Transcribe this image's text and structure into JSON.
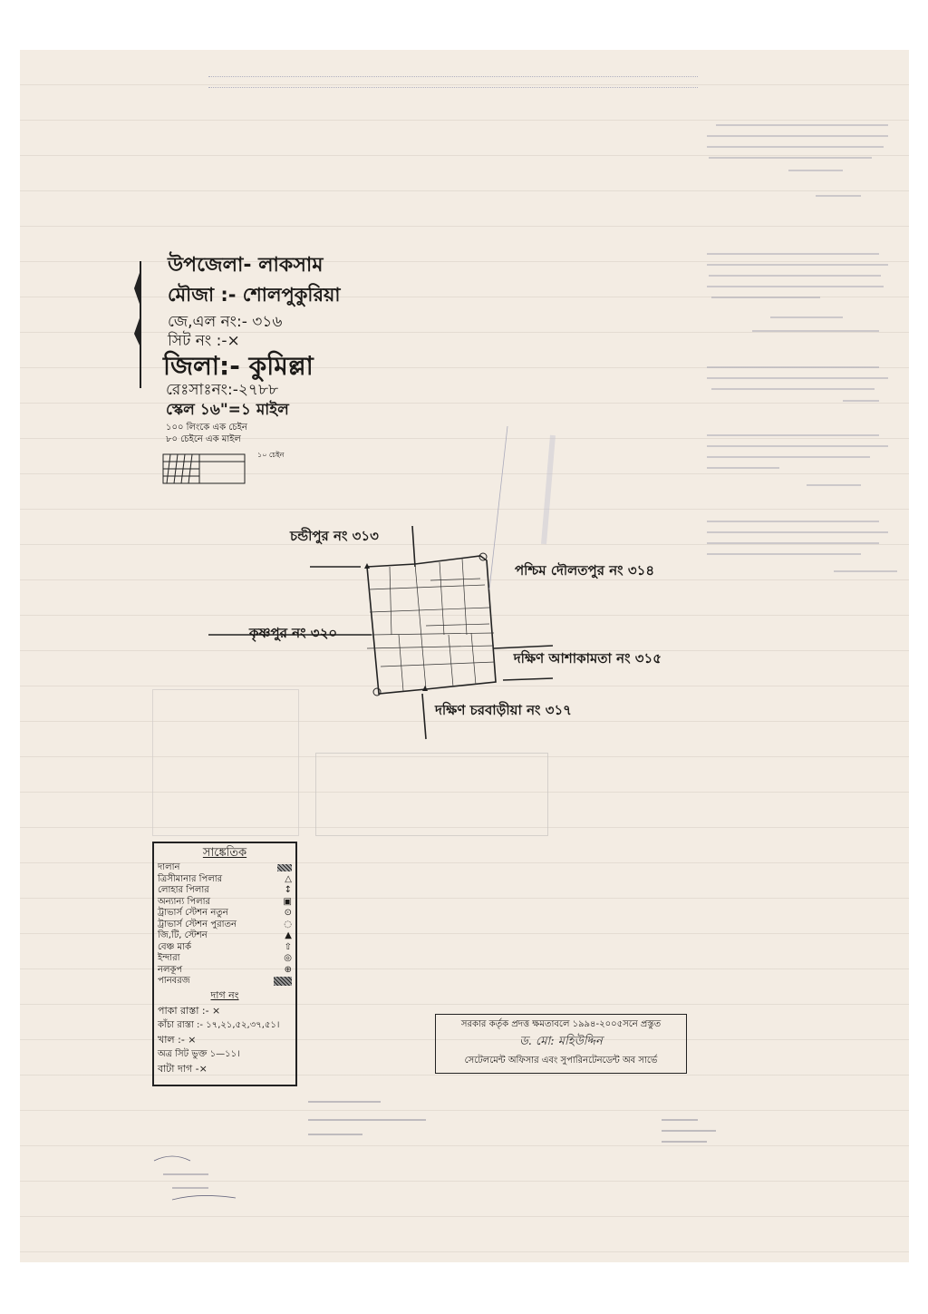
{
  "header": {
    "upazila": "উপজেলা- লাকসাম",
    "mouza": "মৌজা :- শোলপুকুরিয়া",
    "jl_no": "জে,এল নং:- ৩১৬",
    "sheet_no": "সিট নং :-×",
    "district": "জিলা:- কুমিল্লা",
    "reg_no": "রেঃসাঃনং:-২৭৮৮",
    "scale": "স্কেল ১৬\"=১ মাইল",
    "scale_note_1": "১০০ লিংকে এক চেইন",
    "scale_note_2": "৮০ চেইনে এক মাইল",
    "scale_bar_label": "১০ চেইন"
  },
  "adjacent_mouzas": [
    "চন্ডীপুর নং ৩১৩",
    "পশ্চিম দৌলতপুর নং ৩১৪",
    "কৃষ্ণপুর নং ৩২০",
    "দক্ষিণ আশাকামতা নং ৩১৫",
    "দক্ষিণ চরবাড়ীয়া নং ৩১৭"
  ],
  "legend": {
    "title": "সাঙ্কেতিক",
    "items": [
      {
        "label": "দালান",
        "icon": "hatched-box-icon"
      },
      {
        "label": "ত্রিসীমানার পিলার",
        "icon": "triangle-icon"
      },
      {
        "label": "লোহার পিলার",
        "icon": "arrow-icon"
      },
      {
        "label": "অন্যান্য পিলার",
        "icon": "square-icon"
      },
      {
        "label": "ট্রাভার্স স্টেশন নতুন",
        "icon": "circle-dot-icon"
      },
      {
        "label": "ট্রাভার্স স্টেশন পুরাতন",
        "icon": "dashed-circle-icon"
      },
      {
        "label": "জি,টি, স্টেশন",
        "icon": "filled-triangle-icon"
      },
      {
        "label": "বেঞ্চ মার্ক",
        "icon": "benchmark-icon"
      },
      {
        "label": "ইন্দারা",
        "icon": "well-icon"
      },
      {
        "label": "নলকূপ",
        "icon": "tubewell-icon"
      },
      {
        "label": "পানবরজ",
        "icon": "betel-box-icon"
      }
    ],
    "dag_title": "দাগ নং",
    "dag_items": [
      "পাকা রাস্তা :- ×",
      "কাঁচা রাস্তা :- ১৭,২১,৫২,৩৭,৫১।",
      "খাল :- ×",
      "অত্র সিট ভুক্ত ১—১১।",
      "বাটা দাগ -×"
    ]
  },
  "stamp": {
    "line1": "সরকার কর্তৃক প্রদত্ত ক্ষমতাবলে ১৯৯৪-২০০৫সনে প্রস্তুত",
    "signature": "ড. মো: মহিউদ্দিন",
    "line2": "সেটেলমেন্ট অফিসার এবং সুপারিনটেনডেন্ট অব সার্ভে"
  },
  "colors": {
    "paper": "#f3ece3",
    "ink": "#1c1a18",
    "faint_ink": "#7a7a90"
  }
}
